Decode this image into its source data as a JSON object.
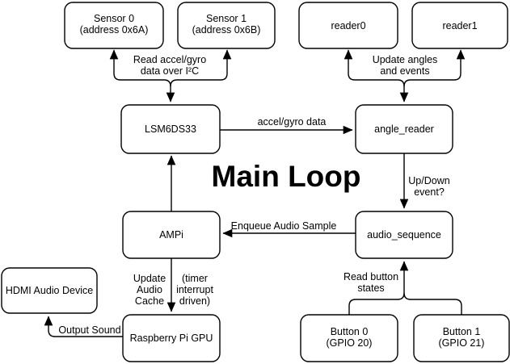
{
  "diagram_title": "Main Loop",
  "colors": {
    "background": "#ffffff",
    "node_fill": "#ffffff",
    "node_stroke": "#000000",
    "text": "#000000"
  },
  "nodes": {
    "sensor0": {
      "line1": "Sensor 0",
      "line2": "(address 0x6A)"
    },
    "sensor1": {
      "line1": "Sensor 1",
      "line2": "(address 0x6B)"
    },
    "reader0": {
      "label": "reader0"
    },
    "reader1": {
      "label": "reader1"
    },
    "lsm6ds33": {
      "label": "LSM6DS33"
    },
    "angle_reader": {
      "label": "angle_reader"
    },
    "ampi": {
      "label": "AMPi"
    },
    "audio_sequence": {
      "label": "audio_sequence"
    },
    "hdmi_audio_device": {
      "label": "HDMI Audio Device"
    },
    "raspberry_pi_gpu": {
      "label": "Raspberry Pi GPU"
    },
    "button0": {
      "line1": "Button 0",
      "line2": "(GPIO 20)"
    },
    "button1": {
      "line1": "Button 1",
      "line2": "(GPIO 21)"
    }
  },
  "edges": {
    "read_accel_gyro": {
      "line1": "Read accel/gyro",
      "line2": "data over I²C"
    },
    "update_angles": {
      "line1": "Update angles",
      "line2": "and events"
    },
    "accel_gyro_data": {
      "label": "accel/gyro data"
    },
    "up_down_event": {
      "line1": "Up/Down",
      "line2": "event?"
    },
    "enqueue_audio_sample": {
      "label": "Enqueue Audio Sample"
    },
    "update_audio_cache": {
      "line1": "Update",
      "line2": "Audio",
      "line3": "Cache"
    },
    "timer_interrupt_driven": {
      "line1": "(timer",
      "line2": "interrupt",
      "line3": "driven)"
    },
    "read_button_states": {
      "line1": "Read button",
      "line2": "states"
    },
    "output_sound": {
      "label": "Output Sound"
    }
  }
}
